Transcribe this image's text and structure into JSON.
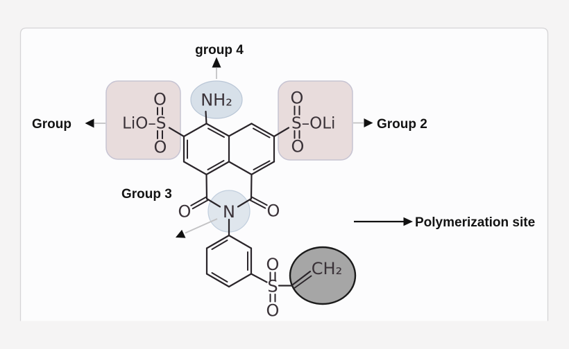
{
  "figure": {
    "labels": {
      "group1": "Group",
      "group2": "Group 2",
      "group3": "Group 3",
      "group4": "group 4",
      "polymerization_site": "Polymerization site"
    },
    "molecule": {
      "amine": "NH₂",
      "imide": {
        "nitrogen": "N",
        "oxygen_left": "O",
        "oxygen_right": "O"
      },
      "sulfonate_left": {
        "formula": "LiO–S",
        "oxygen_top": "O",
        "oxygen_bottom": "O"
      },
      "sulfonate_right": {
        "formula": "S–OLi",
        "oxygen_top": "O",
        "oxygen_bottom": "O"
      },
      "vinyl_sulfone": {
        "sulfur": "S",
        "oxygen_top": "O",
        "oxygen_bottom": "O",
        "methylene": "CH₂"
      }
    },
    "colors": {
      "background": "#f5f4f4",
      "panel": "#fcfcfd",
      "panel_border": "#d5d4d6",
      "sulfonate_box": "#e8dcdc",
      "sulfonate_box_border": "#c6c3d2",
      "amine_highlight": "#cdd8e4",
      "methylene_circle": "#a6a6a6",
      "bond": "#2a252a"
    }
  }
}
